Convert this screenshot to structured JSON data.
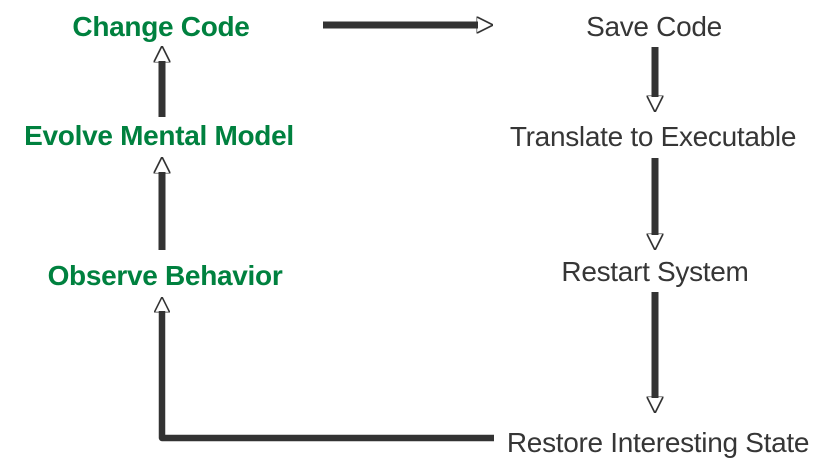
{
  "diagram": {
    "title": "edit-compile-run feedback loop",
    "colors": {
      "background": "#ffffff",
      "loop_label": "#00813f",
      "pipeline_label": "#363636",
      "arrow": "#333333"
    },
    "nodes": {
      "change_code": {
        "label": "Change Code"
      },
      "evolve_mental_model": {
        "label": "Evolve Mental Model"
      },
      "observe_behavior": {
        "label": "Observe Behavior"
      },
      "save_code": {
        "label": "Save Code"
      },
      "translate_to_executable": {
        "label": "Translate to Executable"
      },
      "restart_system": {
        "label": "Restart System"
      },
      "restore_interesting_state": {
        "label": "Restore Interesting State"
      }
    },
    "edges": [
      {
        "from": "Change Code",
        "to": "Save Code"
      },
      {
        "from": "Save Code",
        "to": "Translate to Executable"
      },
      {
        "from": "Translate to Executable",
        "to": "Restart System"
      },
      {
        "from": "Restart System",
        "to": "Restore Interesting State"
      },
      {
        "from": "Restore Interesting State",
        "to": "Observe Behavior"
      },
      {
        "from": "Observe Behavior",
        "to": "Evolve Mental Model"
      },
      {
        "from": "Evolve Mental Model",
        "to": "Change Code"
      }
    ]
  }
}
